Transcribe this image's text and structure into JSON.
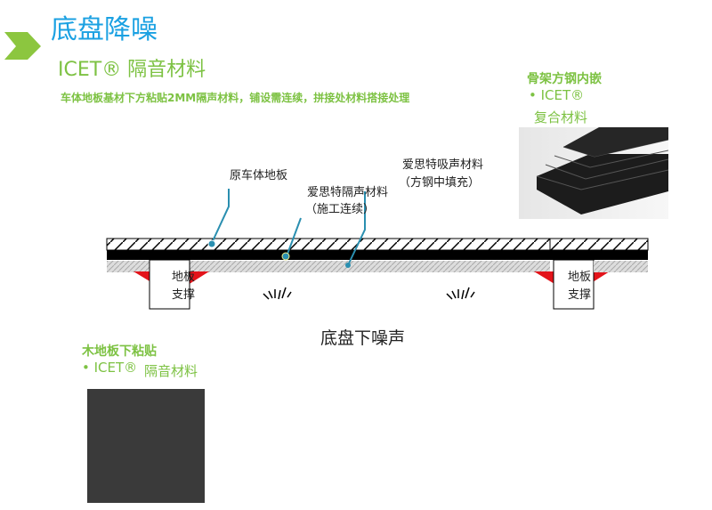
{
  "header": {
    "title": "底盘降噪",
    "subtitle": "ICET® 隔音材料",
    "description": "车体地板基材下方粘贴2MM隔声材料，铺设需连续，拼接处材料搭接处理"
  },
  "right_panel": {
    "heading": "骨架方钢内嵌",
    "bullet": "• ICET®",
    "bullet_cont": "复合材料"
  },
  "diagram": {
    "label_floor": "原车体地板",
    "label_insulation": "爱思特隔声材料",
    "label_insulation_note": "（施工连续）",
    "label_absorb": "爱思特吸声材料",
    "label_absorb_note": "（方钢中填充）",
    "support_left": [
      "地板",
      "支撑"
    ],
    "support_right": [
      "地板",
      "支撑"
    ],
    "caption": "底盘下噪声"
  },
  "left_panel": {
    "heading": "木地板下粘贴",
    "bullet": "• ICET®",
    "bullet_cont": "隔音材料"
  },
  "colors": {
    "title": "#1ba1e2",
    "accent": "#7dc243",
    "red": "#e3141b",
    "leader": "#2a8fb0"
  }
}
